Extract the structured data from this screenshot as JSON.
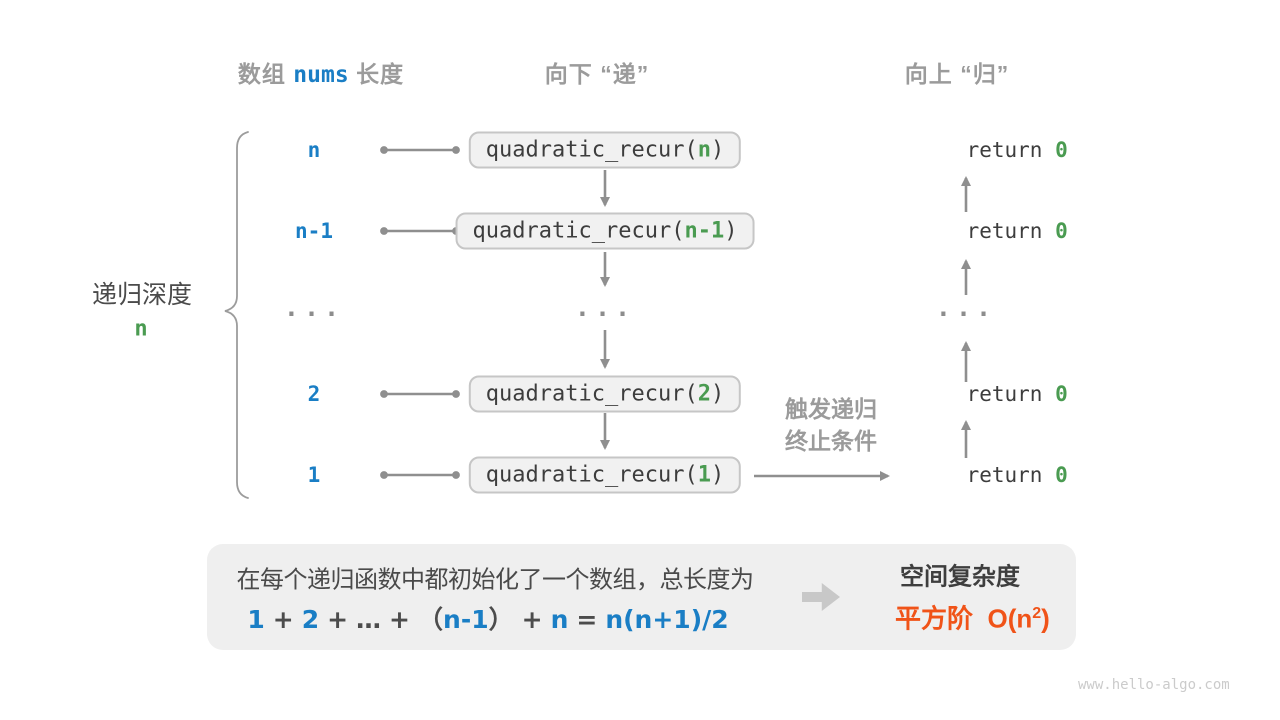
{
  "headers": {
    "array_pre": "数组",
    "array_code": "nums",
    "array_post": "长度",
    "down": "向下 “递”",
    "up": "向上 “归”"
  },
  "depth": {
    "label": "递归深度",
    "value": "n"
  },
  "code": {
    "call_prefix": "quadratic_recur(",
    "call_suffix": ")",
    "return_prefix": "return ",
    "return_value": "0",
    "ellipsis": "..."
  },
  "rows": [
    {
      "label": "n",
      "arg": "n"
    },
    {
      "label": "n-1",
      "arg": "n-1"
    },
    {
      "label": "...",
      "type": "ellipsis"
    },
    {
      "label": "2",
      "arg": "2"
    },
    {
      "label": "1",
      "arg": "1"
    }
  ],
  "base_case": {
    "line1": "触发递归",
    "line2": "终止条件"
  },
  "summary": {
    "line1": "在每个递归函数中都初始化了一个数组，总长度为",
    "formula": {
      "n1": "1",
      "plus1": "+",
      "n2": "2",
      "plus2": "+",
      "dots": "…",
      "plus3": "+",
      "lparen": "（",
      "n3": "n-1",
      "rparen": "）",
      "plus4": "+",
      "n4": "n",
      "equals": "=",
      "result": "n(n+1)/2"
    },
    "space_title": "空间复杂度",
    "space_order_prefix": "平方阶  O(n",
    "space_order_sup": "2",
    "space_order_suffix": ")"
  },
  "watermark": "www.hello-algo.com",
  "colors": {
    "blue": "#1a7ec5",
    "green": "#4a9b51",
    "orange": "#f05318",
    "gray": "#9b9b9b",
    "dark_text": "#3d3d3d",
    "box_bg": "#f1f1f1",
    "box_border": "#c6c6c6",
    "summary_bg": "#efefef",
    "arrow": "#8f8f8f"
  }
}
